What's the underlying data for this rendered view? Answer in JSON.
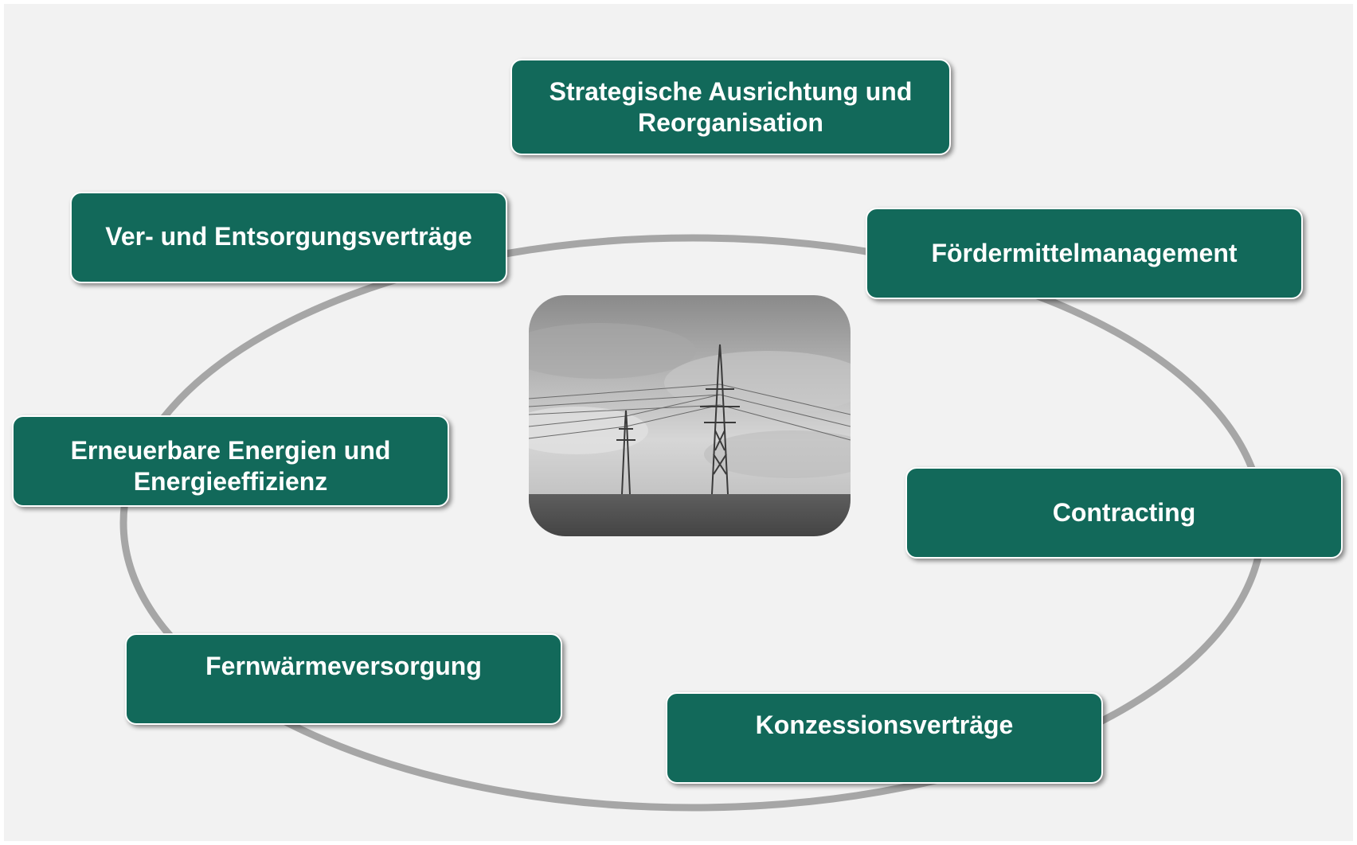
{
  "diagram": {
    "items": [
      {
        "id": "strategie",
        "label": "Strategische Ausrichtung und Reorganisation"
      },
      {
        "id": "foerder",
        "label": "Fördermittelmanagement"
      },
      {
        "id": "contracting",
        "label": "Contracting"
      },
      {
        "id": "konzession",
        "label": "Konzessionsverträge"
      },
      {
        "id": "fernwaerme",
        "label": "Fernwärmeversorgung"
      },
      {
        "id": "erneuerbare",
        "label": "Erneuerbare Energien und Energieeffizienz"
      },
      {
        "id": "vertraege",
        "label": "Ver- und Entsorgungsverträge"
      }
    ],
    "center_image": "power-lines-photo",
    "colors": {
      "box_fill": "#12695a",
      "box_text": "#ffffff",
      "ring": "#a6a6a6",
      "background": "#f2f2f2"
    }
  }
}
